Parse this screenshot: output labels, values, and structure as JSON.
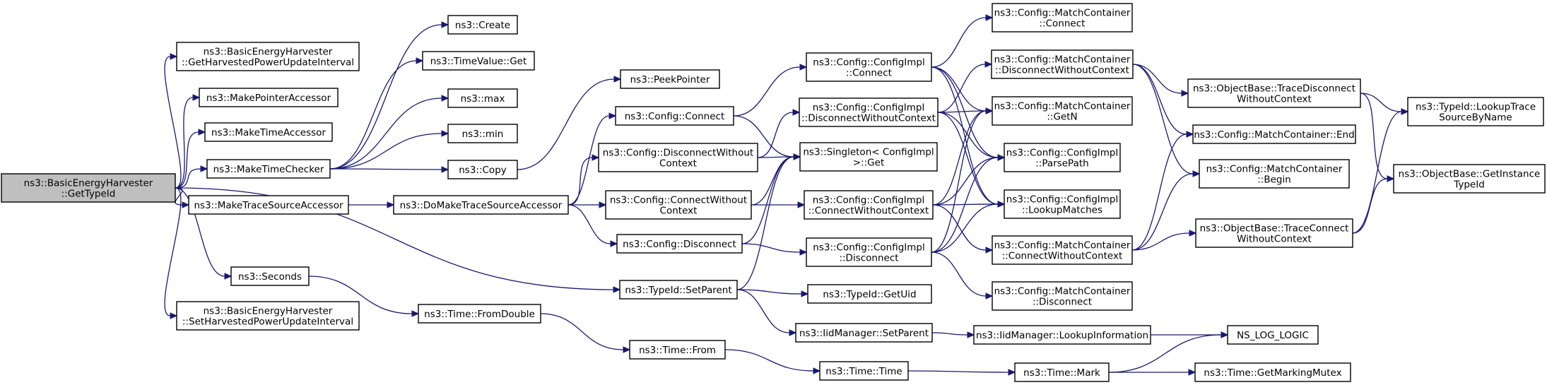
{
  "graph": {
    "colors": {
      "edge": "#191970",
      "node_border": "#000000",
      "root_fill": "#bfbfbf",
      "node_fill": "#ffffff"
    },
    "nodes": [
      {
        "id": "root",
        "lines": [
          "ns3::BasicEnergyHarvester",
          "::GetTypeId"
        ],
        "root": true
      },
      {
        "id": "getHPUI",
        "lines": [
          "ns3::BasicEnergyHarvester",
          "::GetHarvestedPowerUpdateInterval"
        ]
      },
      {
        "id": "makePointerAccessor",
        "lines": [
          "ns3::MakePointerAccessor"
        ]
      },
      {
        "id": "makeTimeAccessor",
        "lines": [
          "ns3::MakeTimeAccessor"
        ]
      },
      {
        "id": "makeTimeChecker",
        "lines": [
          "ns3::MakeTimeChecker"
        ]
      },
      {
        "id": "makeTraceSourceAccessor",
        "lines": [
          "ns3::MakeTraceSourceAccessor"
        ]
      },
      {
        "id": "seconds",
        "lines": [
          "ns3::Seconds"
        ]
      },
      {
        "id": "setHPUI",
        "lines": [
          "ns3::BasicEnergyHarvester",
          "::SetHarvestedPowerUpdateInterval"
        ]
      },
      {
        "id": "create",
        "lines": [
          "ns3::Create"
        ]
      },
      {
        "id": "timeValueGet",
        "lines": [
          "ns3::TimeValue::Get"
        ]
      },
      {
        "id": "max",
        "lines": [
          "ns3::max"
        ]
      },
      {
        "id": "min",
        "lines": [
          "ns3::min"
        ]
      },
      {
        "id": "copy",
        "lines": [
          "ns3::Copy"
        ]
      },
      {
        "id": "doMakeTSA",
        "lines": [
          "ns3::DoMakeTraceSourceAccessor"
        ]
      },
      {
        "id": "timeFromDouble",
        "lines": [
          "ns3::Time::FromDouble"
        ]
      },
      {
        "id": "peekPointer",
        "lines": [
          "ns3::PeekPointer"
        ]
      },
      {
        "id": "cfgConnect",
        "lines": [
          "ns3::Config::Connect"
        ]
      },
      {
        "id": "cfgDisconnectWC",
        "lines": [
          "ns3::Config::DisconnectWithout",
          "Context"
        ]
      },
      {
        "id": "cfgConnectWC",
        "lines": [
          "ns3::Config::ConnectWithout",
          "Context"
        ]
      },
      {
        "id": "cfgDisconnect",
        "lines": [
          "ns3::Config::Disconnect"
        ]
      },
      {
        "id": "typeIdSetParent",
        "lines": [
          "ns3::TypeId::SetParent"
        ]
      },
      {
        "id": "timeFrom",
        "lines": [
          "ns3::Time::From"
        ]
      },
      {
        "id": "implConnect",
        "lines": [
          "ns3::Config::ConfigImpl",
          "::Connect"
        ]
      },
      {
        "id": "implDisconnectWC",
        "lines": [
          "ns3::Config::ConfigImpl",
          "::DisconnectWithoutContext"
        ]
      },
      {
        "id": "singletonGet",
        "lines": [
          "ns3::Singleton< ConfigImpl",
          " >::Get"
        ]
      },
      {
        "id": "implConnectWC",
        "lines": [
          "ns3::Config::ConfigImpl",
          "::ConnectWithoutContext"
        ]
      },
      {
        "id": "implDisconnect",
        "lines": [
          "ns3::Config::ConfigImpl",
          "::Disconnect"
        ]
      },
      {
        "id": "typeIdGetUid",
        "lines": [
          "ns3::TypeId::GetUid"
        ]
      },
      {
        "id": "iidSetParent",
        "lines": [
          "ns3::IidManager::SetParent"
        ]
      },
      {
        "id": "timeTime",
        "lines": [
          "ns3::Time::Time"
        ]
      },
      {
        "id": "mcConnect",
        "lines": [
          "ns3::Config::MatchContainer",
          "::Connect"
        ]
      },
      {
        "id": "mcDisconnectWC",
        "lines": [
          "ns3::Config::MatchContainer",
          "::DisconnectWithoutContext"
        ]
      },
      {
        "id": "mcGetN",
        "lines": [
          "ns3::Config::MatchContainer",
          "::GetN"
        ]
      },
      {
        "id": "parsePath",
        "lines": [
          "ns3::Config::ConfigImpl",
          "::ParsePath"
        ]
      },
      {
        "id": "lookupMatches",
        "lines": [
          "ns3::Config::ConfigImpl",
          "::LookupMatches"
        ]
      },
      {
        "id": "mcConnectWC",
        "lines": [
          "ns3::Config::MatchContainer",
          "::ConnectWithoutContext"
        ]
      },
      {
        "id": "mcDisconnect",
        "lines": [
          "ns3::Config::MatchContainer",
          "::Disconnect"
        ]
      },
      {
        "id": "iidLookupInfo",
        "lines": [
          "ns3::IidManager::LookupInformation"
        ]
      },
      {
        "id": "timeMark",
        "lines": [
          "ns3::Time::Mark"
        ]
      },
      {
        "id": "obTraceDisconnectWC",
        "lines": [
          "ns3::ObjectBase::TraceDisconnect",
          "WithoutContext"
        ]
      },
      {
        "id": "mcEnd",
        "lines": [
          "ns3::Config::MatchContainer::End"
        ]
      },
      {
        "id": "mcBegin",
        "lines": [
          "ns3::Config::MatchContainer",
          "::Begin"
        ]
      },
      {
        "id": "obTraceConnectWC",
        "lines": [
          "ns3::ObjectBase::TraceConnect",
          "WithoutContext"
        ]
      },
      {
        "id": "nsLogLogic",
        "lines": [
          "NS_LOG_LOGIC"
        ]
      },
      {
        "id": "getMarkingMutex",
        "lines": [
          "ns3::Time::GetMarkingMutex"
        ]
      },
      {
        "id": "lookupTraceSource",
        "lines": [
          "ns3::TypeId::LookupTrace",
          "SourceByName"
        ]
      },
      {
        "id": "getInstanceTypeId",
        "lines": [
          "ns3::ObjectBase::GetInstance",
          "TypeId"
        ]
      }
    ],
    "edges": [
      [
        "root",
        "getHPUI"
      ],
      [
        "root",
        "makePointerAccessor"
      ],
      [
        "root",
        "makeTimeAccessor"
      ],
      [
        "root",
        "makeTimeChecker"
      ],
      [
        "root",
        "makeTraceSourceAccessor"
      ],
      [
        "root",
        "seconds"
      ],
      [
        "root",
        "setHPUI"
      ],
      [
        "root",
        "typeIdSetParent"
      ],
      [
        "makeTimeChecker",
        "create"
      ],
      [
        "makeTimeChecker",
        "timeValueGet"
      ],
      [
        "makeTimeChecker",
        "max"
      ],
      [
        "makeTimeChecker",
        "min"
      ],
      [
        "makeTimeChecker",
        "copy"
      ],
      [
        "copy",
        "peekPointer"
      ],
      [
        "makeTraceSourceAccessor",
        "doMakeTSA"
      ],
      [
        "doMakeTSA",
        "cfgConnect"
      ],
      [
        "doMakeTSA",
        "cfgDisconnectWC"
      ],
      [
        "doMakeTSA",
        "cfgConnectWC"
      ],
      [
        "doMakeTSA",
        "cfgDisconnect"
      ],
      [
        "seconds",
        "timeFromDouble"
      ],
      [
        "timeFromDouble",
        "timeFrom"
      ],
      [
        "timeFrom",
        "timeTime"
      ],
      [
        "timeTime",
        "timeMark"
      ],
      [
        "timeMark",
        "nsLogLogic"
      ],
      [
        "timeMark",
        "getMarkingMutex"
      ],
      [
        "cfgConnect",
        "implConnect"
      ],
      [
        "cfgConnect",
        "singletonGet"
      ],
      [
        "cfgDisconnectWC",
        "implDisconnectWC"
      ],
      [
        "cfgDisconnectWC",
        "singletonGet"
      ],
      [
        "cfgConnectWC",
        "implConnectWC"
      ],
      [
        "cfgConnectWC",
        "singletonGet"
      ],
      [
        "cfgDisconnect",
        "implDisconnect"
      ],
      [
        "cfgDisconnect",
        "singletonGet"
      ],
      [
        "typeIdSetParent",
        "singletonGet"
      ],
      [
        "typeIdSetParent",
        "typeIdGetUid"
      ],
      [
        "typeIdSetParent",
        "iidSetParent"
      ],
      [
        "iidSetParent",
        "iidLookupInfo"
      ],
      [
        "iidLookupInfo",
        "nsLogLogic"
      ],
      [
        "implConnect",
        "mcConnect"
      ],
      [
        "implConnect",
        "mcGetN"
      ],
      [
        "implConnect",
        "parsePath"
      ],
      [
        "implConnect",
        "lookupMatches"
      ],
      [
        "implDisconnectWC",
        "mcDisconnectWC"
      ],
      [
        "implDisconnectWC",
        "mcGetN"
      ],
      [
        "implDisconnectWC",
        "parsePath"
      ],
      [
        "implDisconnectWC",
        "lookupMatches"
      ],
      [
        "implConnectWC",
        "mcGetN"
      ],
      [
        "implConnectWC",
        "parsePath"
      ],
      [
        "implConnectWC",
        "lookupMatches"
      ],
      [
        "implConnectWC",
        "mcConnectWC"
      ],
      [
        "implDisconnect",
        "mcGetN"
      ],
      [
        "implDisconnect",
        "parsePath"
      ],
      [
        "implDisconnect",
        "lookupMatches"
      ],
      [
        "implDisconnect",
        "mcDisconnect"
      ],
      [
        "mcDisconnectWC",
        "obTraceDisconnectWC"
      ],
      [
        "mcDisconnectWC",
        "mcEnd"
      ],
      [
        "mcDisconnectWC",
        "mcBegin"
      ],
      [
        "mcConnectWC",
        "mcEnd"
      ],
      [
        "mcConnectWC",
        "mcBegin"
      ],
      [
        "mcConnectWC",
        "obTraceConnectWC"
      ],
      [
        "obTraceDisconnectWC",
        "lookupTraceSource"
      ],
      [
        "obTraceDisconnectWC",
        "getInstanceTypeId"
      ],
      [
        "obTraceConnectWC",
        "lookupTraceSource"
      ],
      [
        "obTraceConnectWC",
        "getInstanceTypeId"
      ]
    ]
  }
}
